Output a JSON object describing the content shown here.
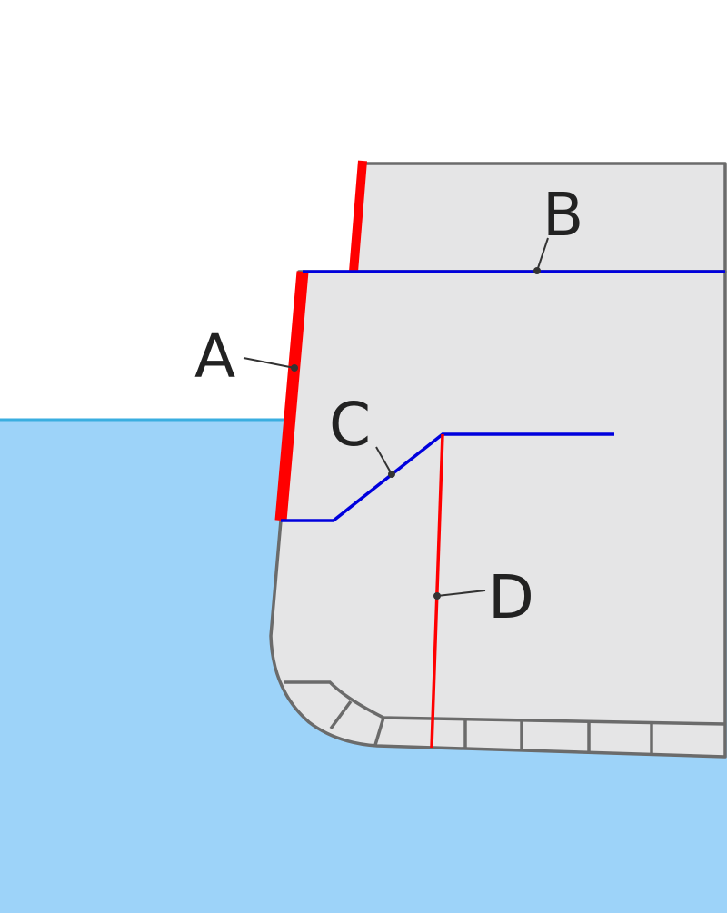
{
  "diagram": {
    "labels": {
      "a": "A",
      "b": "B",
      "c": "C",
      "d": "D"
    },
    "colors": {
      "water": "#9dd3f9",
      "waterline": "#3aaee0",
      "hull_fill": "#e5e5e6",
      "hull_stroke": "#6b6b6b",
      "red": "#ff0000",
      "blue": "#0000dd",
      "label": "#222222"
    }
  }
}
